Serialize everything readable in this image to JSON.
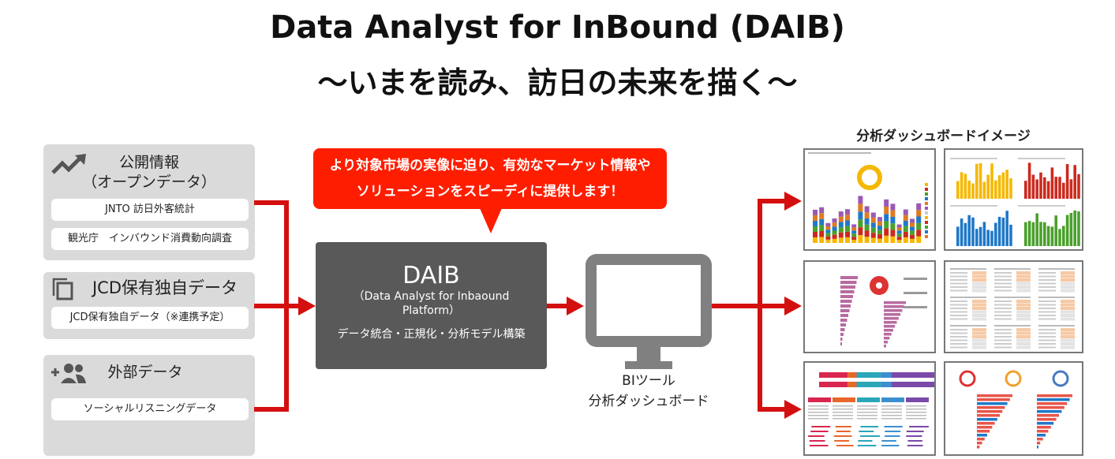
{
  "header": {
    "title_line1": "Data Analyst for InBound (DAIB)",
    "title_line2": "〜いまを読み、訪日の未来を描く〜"
  },
  "sources": [
    {
      "title": "公開情報",
      "subtitle": "（オープンデータ）",
      "icon": "trending-up-icon",
      "items": [
        "JNTO 訪日外客統計",
        "観光庁　インバウンド消費動向調査"
      ]
    },
    {
      "title": "JCD保有独自データ",
      "icon": "copy-icon",
      "items": [
        "JCD保有独自データ（※連携予定）"
      ]
    },
    {
      "title": "外部データ",
      "icon": "add-group-icon",
      "items": [
        "ソーシャルリスニングデータ"
      ]
    }
  ],
  "callout": {
    "line1": "より対象市場の実像に迫り、有効なマーケット情報や",
    "line2": "ソリューションをスピーディに提供します！"
  },
  "daib": {
    "name": "DAIB",
    "full_name_line1": "（Data Analyst for Inbaound",
    "full_name_line2": "Platform）",
    "description": "データ統合・正規化・分析モデル構築"
  },
  "bi_tool": {
    "line1": "BIツール",
    "line2": "分析ダッシュボード"
  },
  "dashboard": {
    "title": "分析ダッシュボードイメージ"
  },
  "colors": {
    "red": "#d40f0f",
    "callout": "#ff1d00",
    "daib_box": "#595959",
    "panel": "#dadada",
    "yellow": "#f5b800",
    "bar_red": "#cc2a1e",
    "blue": "#1f78c8",
    "green": "#4aa02c",
    "pink": "#b86ba0"
  }
}
